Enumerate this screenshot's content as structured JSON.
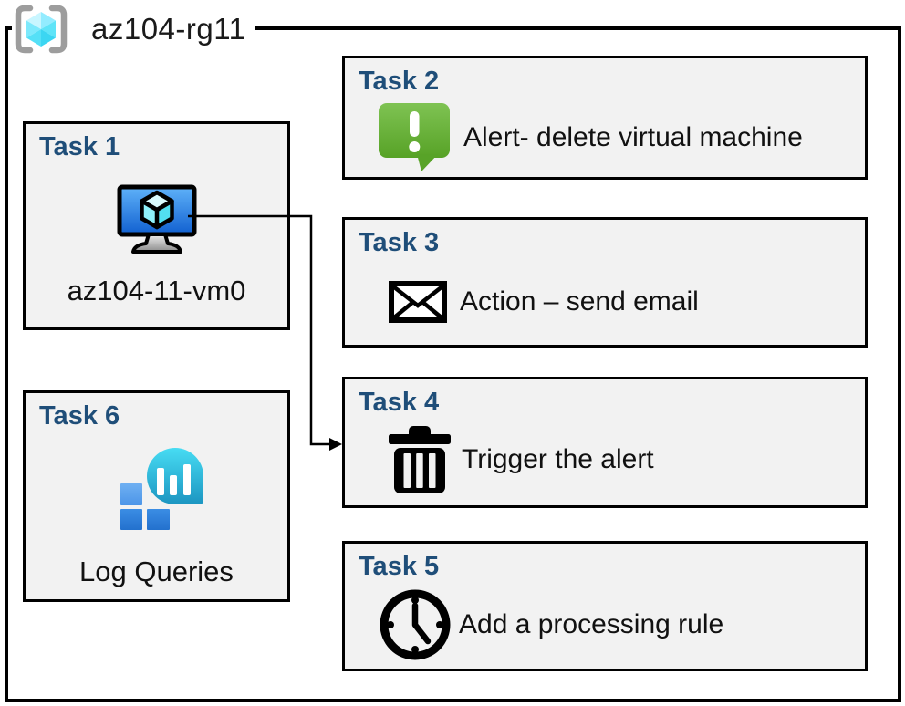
{
  "resource_group": {
    "name": "az104-rg11",
    "icon": "resource-group-icon"
  },
  "tasks": [
    {
      "label": "Task 1",
      "item": "az104-11-vm0",
      "icon": "virtual-machine-icon"
    },
    {
      "label": "Task 2",
      "item": "Alert- delete virtual machine",
      "icon": "alert-icon"
    },
    {
      "label": "Task 3",
      "item": "Action – send email",
      "icon": "email-icon"
    },
    {
      "label": "Task 4",
      "item": "Trigger the alert",
      "icon": "trash-icon"
    },
    {
      "label": "Task 5",
      "item": "Add a processing rule",
      "icon": "clock-icon"
    },
    {
      "label": "Task 6",
      "item": "Log Queries",
      "icon": "log-analytics-icon"
    }
  ],
  "connector": {
    "from": "Task 1 virtual machine",
    "to": "Task 4"
  },
  "colors": {
    "task_label_color": "#1f4e79",
    "box_bg": "#f2f2f2",
    "box_border": "#000000",
    "alert_green": "#6ab32f",
    "vm_screen_blue": "#1e6fd9",
    "log_blob_teal": "#2fc1e4",
    "log_square_blue": "#2f86e0",
    "rg_cube_cyan": "#50e6ff",
    "rg_bracket_gray": "#9d9d9d"
  }
}
